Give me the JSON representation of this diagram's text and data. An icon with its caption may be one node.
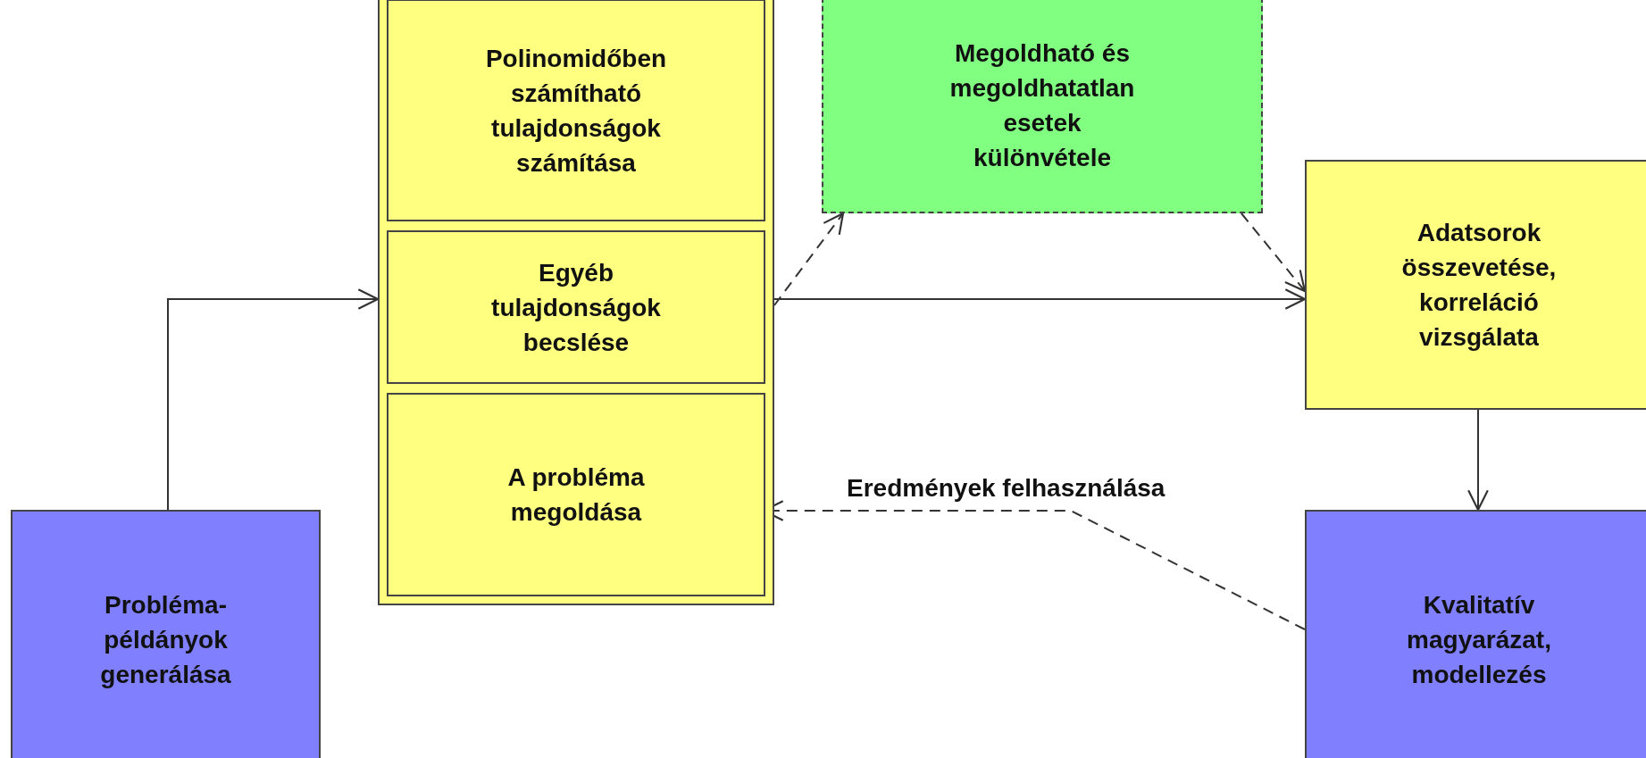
{
  "diagram": {
    "nodes": [
      {
        "text": [],
        "shape": "box"
      },
      {
        "text": [
          "Polinomidőben számítható tulajdonságok számítása"
        ],
        "in": 0
      },
      {
        "text": [
          "Egyéb tulajdonságok becslése"
        ],
        "in": 0
      },
      {
        "text": [
          "A probléma megoldása"
        ],
        "in": 0
      },
      {
        "text": [
          "Megoldható és megoldhatatlan esetek különvétele"
        ]
      },
      {
        "text": [
          "Adatsorok összevetése, korreláció vizsgálata"
        ]
      },
      {
        "text": [
          "Kvalitatív magyarázat, modellezés"
        ]
      },
      {
        "text": [
          "Probléma-példányok generálása"
        ]
      }
    ],
    "edges": [
      {
        "from": 7,
        "to": 0,
        "arrow": "to"
      },
      {
        "from": 2,
        "to": 4,
        "arrow": "to",
        "style": "dashed"
      },
      {
        "from": 2,
        "to": 5,
        "arrow": "to"
      },
      {
        "from": 4,
        "to": 5,
        "arrow": "to",
        "style": "dashed"
      },
      {
        "from": 5,
        "to": 6,
        "arrow": "to"
      },
      {
        "from": 6,
        "to": 3,
        "arrow": "to",
        "style": "dashed",
        "label": "Eredmények felhasználása"
      }
    ]
  }
}
